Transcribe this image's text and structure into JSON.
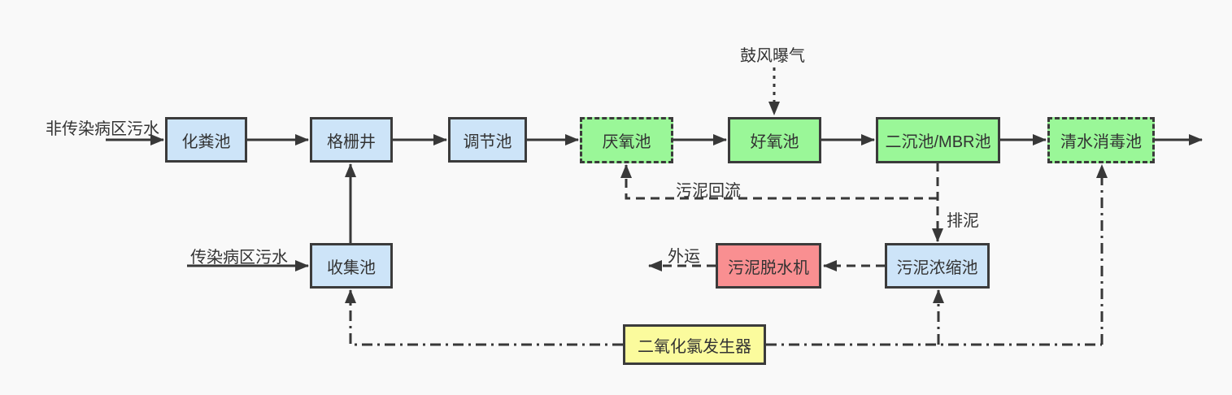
{
  "colors": {
    "background": "#f9f9f9",
    "line": "#383838",
    "text": "#333333",
    "node_blue": "#cde4f8",
    "node_green": "#9af798",
    "node_red": "#f98f91",
    "node_yellow": "#fbfb9d"
  },
  "nodes": {
    "septic_tank": {
      "label": "化粪池",
      "color": "blue",
      "border": "solid"
    },
    "grid_well": {
      "label": "格栅井",
      "color": "blue",
      "border": "solid"
    },
    "regulating_tank": {
      "label": "调节池",
      "color": "blue",
      "border": "solid"
    },
    "anaerobic_tank": {
      "label": "厌氧池",
      "color": "green",
      "border": "dashed"
    },
    "aerobic_tank": {
      "label": "好氧池",
      "color": "green",
      "border": "solid"
    },
    "secondary_mbr_tank": {
      "label": "二沉池/MBR池",
      "color": "green",
      "border": "solid"
    },
    "clearwater_disinfection_tank": {
      "label": "清水消毒池",
      "color": "green",
      "border": "dashed"
    },
    "collection_tank": {
      "label": "收集池",
      "color": "blue",
      "border": "solid"
    },
    "sludge_dewatering_machine": {
      "label": "污泥脱水机",
      "color": "red",
      "border": "solid"
    },
    "sludge_thickening_tank": {
      "label": "污泥浓缩池",
      "color": "blue",
      "border": "solid"
    },
    "clo2_generator": {
      "label": "二氧化氯发生器",
      "color": "yellow",
      "border": "solid"
    }
  },
  "labels": {
    "non_infectious_inflow": "非传染病区污水",
    "infectious_inflow": "传染病区污水",
    "blower_aeration": "鼓风曝气",
    "sludge_return": "污泥回流",
    "sludge_discharge": "排泥",
    "transport_out": "外运"
  },
  "edges": [
    {
      "from": "non_infectious_inflow",
      "to": "septic_tank",
      "style": "solid"
    },
    {
      "from": "septic_tank",
      "to": "grid_well",
      "style": "solid"
    },
    {
      "from": "grid_well",
      "to": "regulating_tank",
      "style": "solid"
    },
    {
      "from": "regulating_tank",
      "to": "anaerobic_tank",
      "style": "solid"
    },
    {
      "from": "anaerobic_tank",
      "to": "aerobic_tank",
      "style": "solid"
    },
    {
      "from": "aerobic_tank",
      "to": "secondary_mbr_tank",
      "style": "solid"
    },
    {
      "from": "secondary_mbr_tank",
      "to": "clearwater_disinfection_tank",
      "style": "solid"
    },
    {
      "from": "clearwater_disinfection_tank",
      "to": "outflow",
      "style": "solid"
    },
    {
      "from": "infectious_inflow",
      "to": "collection_tank",
      "style": "solid"
    },
    {
      "from": "collection_tank",
      "to": "grid_well",
      "style": "solid"
    },
    {
      "from": "blower_aeration",
      "to": "aerobic_tank",
      "style": "dotted"
    },
    {
      "from": "secondary_mbr_tank",
      "to": "anaerobic_tank",
      "style": "dashed",
      "label": "污泥回流"
    },
    {
      "from": "secondary_mbr_tank",
      "to": "sludge_thickening_tank",
      "style": "dashed",
      "label": "排泥"
    },
    {
      "from": "sludge_thickening_tank",
      "to": "sludge_dewatering_machine",
      "style": "dashed"
    },
    {
      "from": "sludge_dewatering_machine",
      "to": "transport_out",
      "style": "dashed",
      "label": "外运"
    },
    {
      "from": "clo2_generator",
      "to": "collection_tank",
      "style": "dashdot"
    },
    {
      "from": "clo2_generator",
      "to": "sludge_thickening_tank",
      "style": "dashdot"
    },
    {
      "from": "clo2_generator",
      "to": "clearwater_disinfection_tank",
      "style": "dashdot"
    }
  ]
}
